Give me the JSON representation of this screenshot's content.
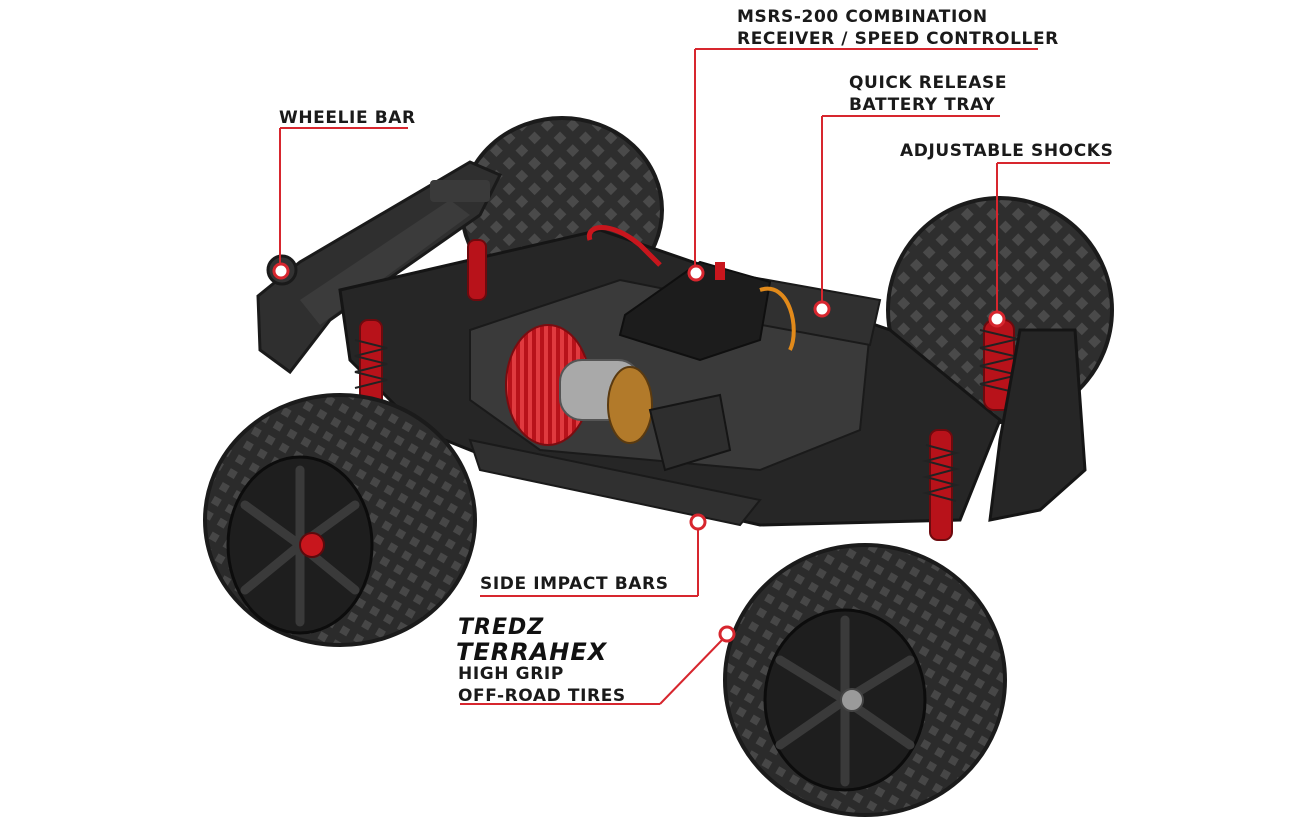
{
  "colors": {
    "callout": "#d7262e",
    "label": "#1a1a1a",
    "chassis": "#2b2b2b",
    "tire": "#2a2a2a",
    "accent_red": "#c8161d"
  },
  "callouts": {
    "receiver": {
      "line1": "MSRS-200 COMBINATION",
      "line2": "RECEIVER / SPEED CONTROLLER"
    },
    "battery": {
      "line1": "QUICK RELEASE",
      "line2": "BATTERY TRAY"
    },
    "wheelie": {
      "line1": "WHEELIE BAR"
    },
    "shocks": {
      "line1": "ADJUSTABLE SHOCKS"
    },
    "side": {
      "line1": "SIDE IMPACT BARS"
    },
    "tires": {
      "brand1": "TREDZ",
      "brand2": "TERRAHEX",
      "line1": "HIGH GRIP",
      "line2": "OFF-ROAD TIRES"
    }
  }
}
